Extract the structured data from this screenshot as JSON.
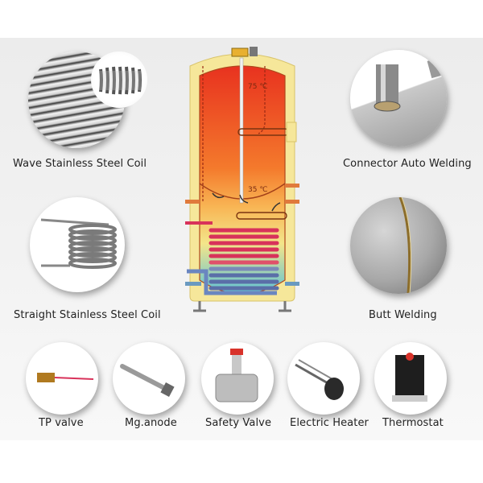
{
  "diagram": {
    "tank": {
      "top_temperature": "75 ℃",
      "bottom_temperature": "35 ℃"
    },
    "left_features": [
      {
        "label": "Wave Stainless Steel Coil",
        "icon": "wave-coil-icon"
      },
      {
        "label": "Straight Stainless Steel Coil",
        "icon": "straight-coil-icon"
      }
    ],
    "right_features": [
      {
        "label": "Connector Auto Welding",
        "icon": "connector-welding-icon"
      },
      {
        "label": "Butt Welding",
        "icon": "butt-welding-icon"
      }
    ],
    "components": [
      {
        "label": "TP valve",
        "icon": "tp-valve-icon"
      },
      {
        "label": "Mg.anode",
        "icon": "mg-anode-icon"
      },
      {
        "label": "Safety Valve",
        "icon": "safety-valve-icon"
      },
      {
        "label": "Electric Heater",
        "icon": "electric-heater-icon"
      },
      {
        "label": "Thermostat",
        "icon": "thermostat-icon"
      }
    ],
    "colors": {
      "hot": "#e8321f",
      "warm": "#f5a23a",
      "cold": "#5ec3d6",
      "insulation": "#f6e79a",
      "background": "#eeeeee"
    }
  }
}
